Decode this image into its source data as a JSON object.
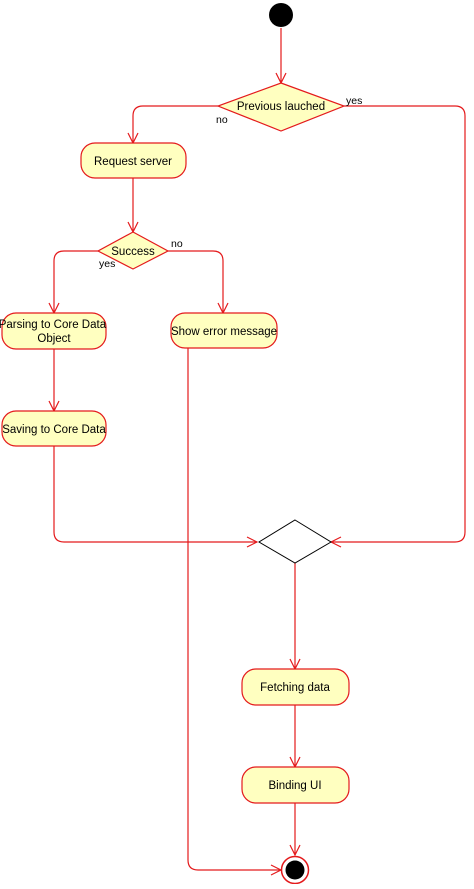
{
  "colors": {
    "line": "#e41a1c",
    "node_fill": "#ffffc0",
    "merge_fill": "#ffffff",
    "initial": "#000000",
    "text": "#000000"
  },
  "nodes": {
    "previous_launched": "Previous lauched",
    "request_server": "Request server",
    "success": "Success",
    "parsing": [
      "Parsing to Core Data",
      "Object"
    ],
    "show_error": "Show error message",
    "saving": "Saving to Core Data",
    "fetching": "Fetching data",
    "binding": "Binding UI"
  },
  "guards": {
    "previous_no": "no",
    "previous_yes": "yes",
    "success_no": "no",
    "success_yes": "yes"
  }
}
